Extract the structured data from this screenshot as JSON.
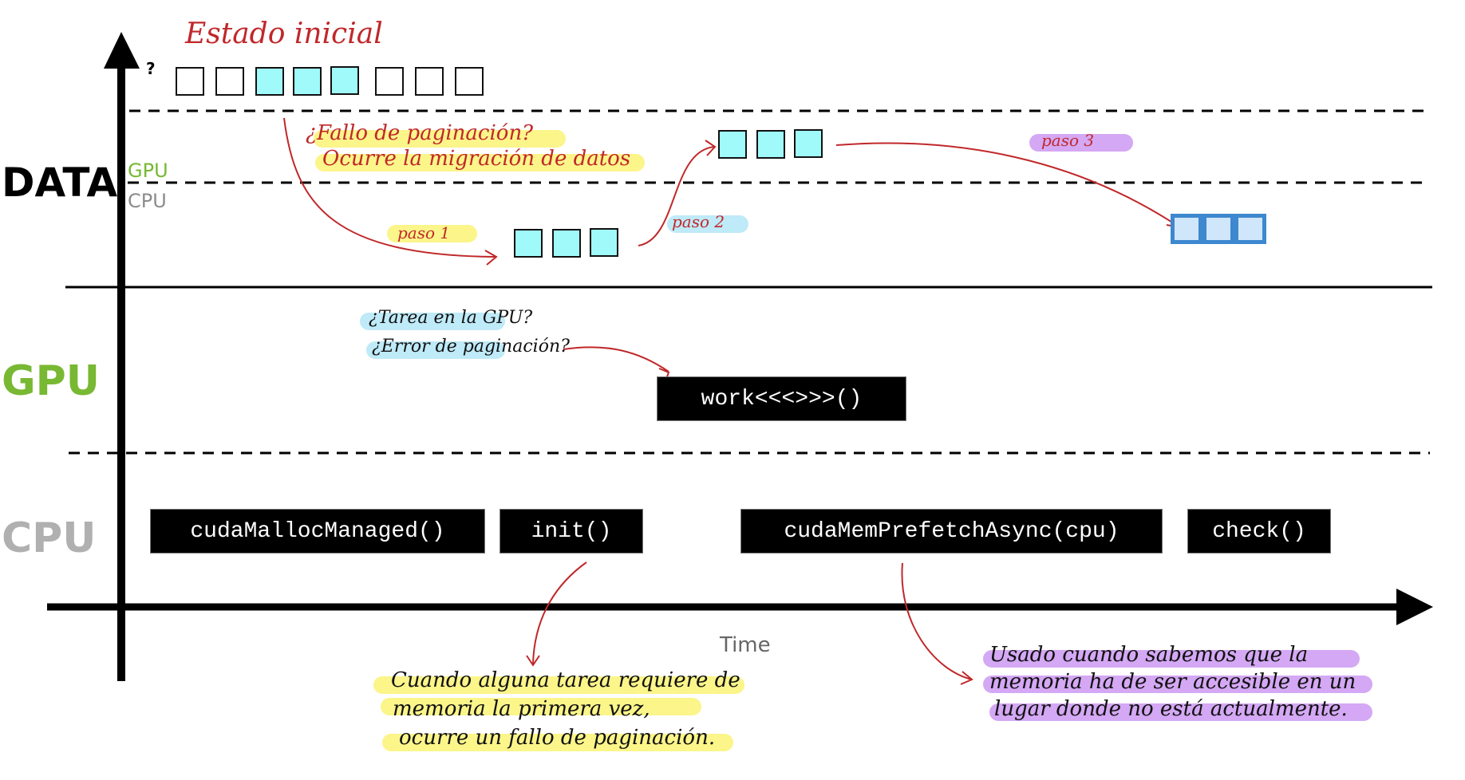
{
  "colors": {
    "gpu_green": "#78b833",
    "cpu_gray": "#b0b0b0",
    "cpu_small_gray": "#8c8c8c",
    "annotation_red": "#c0282a",
    "page_cyan": "#a0fafa",
    "cpu_page_blue": "#3d88cf",
    "highlight_yellow": "#fbf58a",
    "highlight_blue": "#bfeaf8",
    "highlight_purple": "#d4a8f4"
  },
  "axes": {
    "y_axis_question": "?",
    "x_axis_label": "Time"
  },
  "lanes": {
    "data": "DATA",
    "data_gpu": "GPU",
    "data_cpu": "CPU",
    "gpu": "GPU",
    "cpu": "CPU"
  },
  "data_lane": {
    "initial_state_title": "Estado inicial",
    "initial_pages": [
      "empty",
      "empty",
      "filled",
      "filled",
      "filled",
      "empty",
      "empty",
      "empty"
    ],
    "page_fault_note": [
      "¿Fallo de paginación?",
      "Ocurre la migración de datos"
    ],
    "step1_label": "paso 1",
    "step2_label": "paso 2",
    "step3_label": "paso 3",
    "step1_pages": 3,
    "step2_pages": 3,
    "step3_pages": 3
  },
  "gpu_lane": {
    "question_note": [
      "¿Tarea en la GPU?",
      "¿Error de paginación?"
    ],
    "kernel": "work<<<>>>()"
  },
  "cpu_lane": {
    "calls": [
      "cudaMallocManaged()",
      "init()",
      "cudaMemPrefetchAsync(cpu)",
      "check()"
    ]
  },
  "notes": {
    "init_note": [
      "Cuando alguna tarea requiere de",
      "memoria la primera vez,",
      "ocurre un fallo de paginación."
    ],
    "prefetch_note": [
      "Usado cuando sabemos que la",
      "memoria ha de ser accesible en un",
      "lugar donde no está actualmente."
    ]
  }
}
